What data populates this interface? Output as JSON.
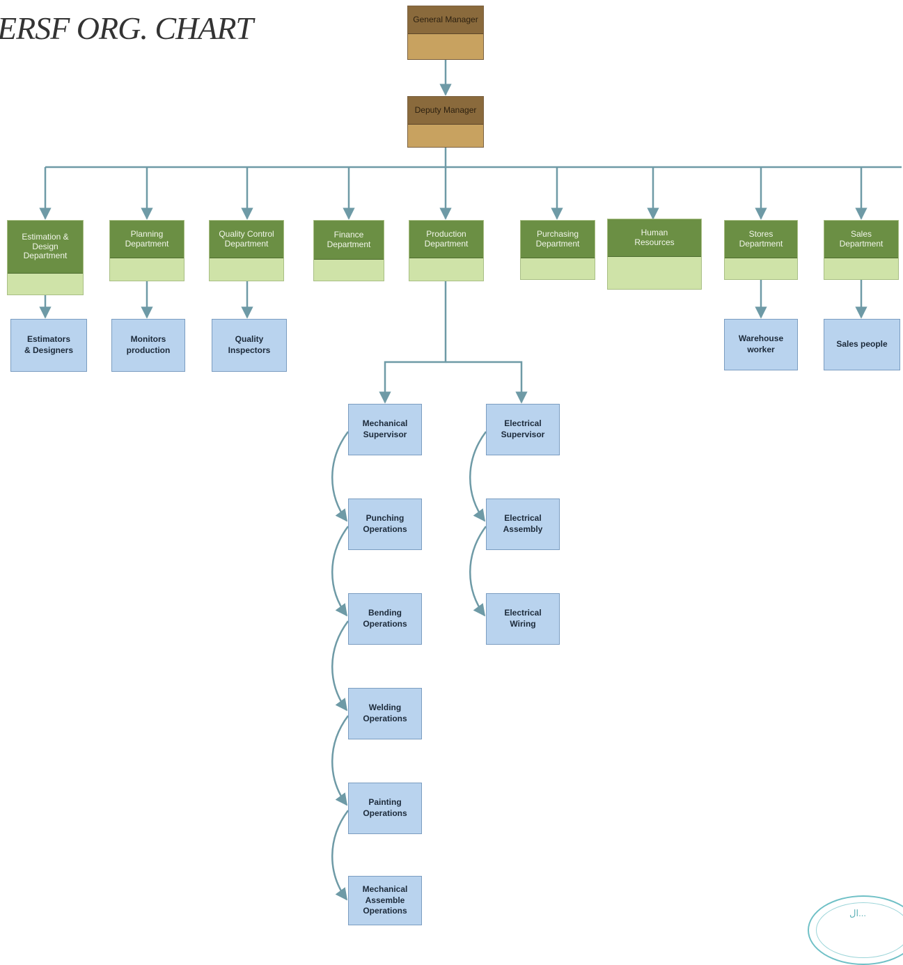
{
  "title": "ERSF ORG. CHART",
  "executives": {
    "general_manager": "General Manager",
    "deputy_manager": "Deputy Manager"
  },
  "departments": {
    "estimation": "Estimation &\nDesign\nDepartment",
    "planning": "Planning\nDepartment",
    "quality": "Quality Control\nDepartment",
    "finance": "Finance\nDepartment",
    "production": "Production\nDepartment",
    "purchasing": "Purchasing\nDepartment",
    "hr": "Human\nResources",
    "stores": "Stores\nDepartment",
    "sales": "Sales\nDepartment"
  },
  "staff": {
    "estimators": "Estimators\n& Designers",
    "monitors": "Monitors\nproduction",
    "inspectors": "Quality\nInspectors",
    "warehouse": "Warehouse\nworker",
    "salespeople": "Sales people"
  },
  "mechanical": [
    "Mechanical\nSupervisor",
    "Punching\nOperations",
    "Bending\nOperations",
    "Welding\nOperations",
    "Painting\nOperations",
    "Mechanical\nAssemble\nOperations"
  ],
  "electrical": [
    "Electrical\nSupervisor",
    "Electrical\nAssembly",
    "Electrical\nWiring"
  ],
  "seal": {
    "text": "ال..."
  },
  "colors": {
    "executive": "#8a6a3c",
    "department": "#6b8f44",
    "department_light": "#cfe3a8",
    "staff": "#b9d3ee",
    "connector": "#6e9aa6"
  }
}
